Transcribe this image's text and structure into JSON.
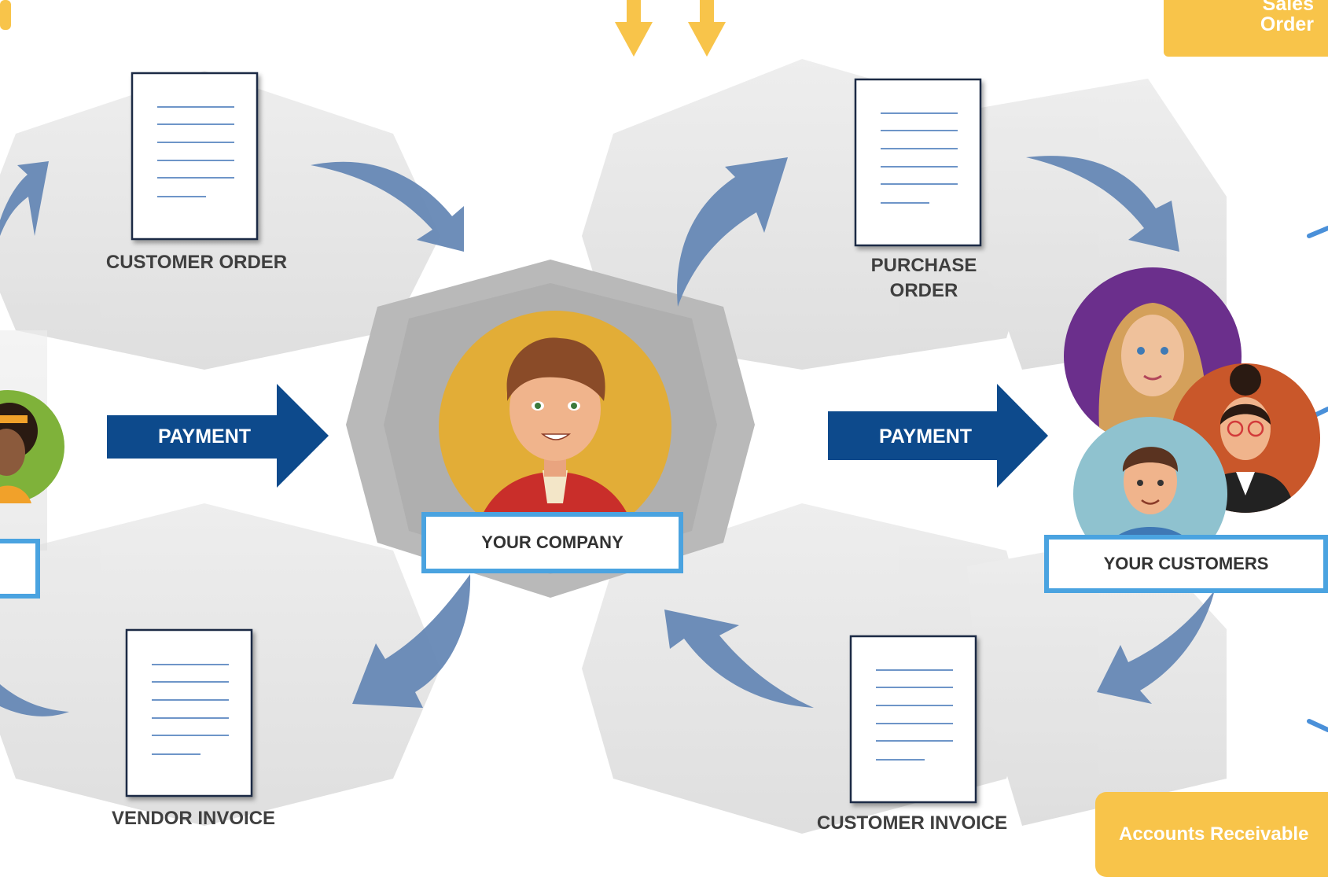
{
  "colors": {
    "accent_navy": "#0d4a8c",
    "arrow_blue": "#6688b5",
    "box_border": "#4aa3e0",
    "badge_yellow": "#f8c44a",
    "hex_gray": "#d9d9d9"
  },
  "corner_badges": {
    "sales_order_top": "Sales",
    "sales_order_bottom": "Order",
    "accounts_receivable": "Accounts Receivable"
  },
  "documents": {
    "customer_order": "CUSTOMER ORDER",
    "purchase_order_line1": "PURCHASE",
    "purchase_order_line2": "ORDER",
    "vendor_invoice": "VENDOR INVOICE",
    "customer_invoice": "CUSTOMER INVOICE"
  },
  "payments": {
    "left": "PAYMENT",
    "right": "PAYMENT"
  },
  "entities": {
    "company": "YOUR COMPANY",
    "customers": "YOUR CUSTOMERS"
  },
  "icons": [
    "document-icon",
    "person-avatar-icon",
    "flow-arrow-icon",
    "down-arrow-icon"
  ]
}
